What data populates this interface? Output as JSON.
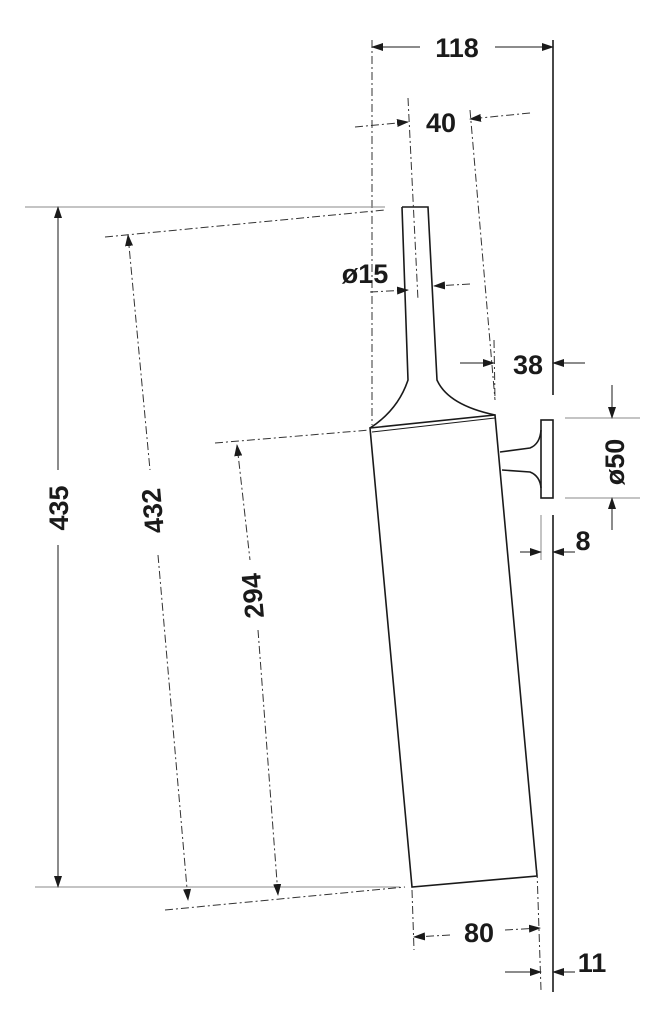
{
  "drawing": {
    "units": "mm",
    "dimensions": {
      "overall_depth": "118",
      "handle_offset": "40",
      "handle_diameter": "ø15",
      "head_to_wall": "38",
      "mount_diameter": "ø50",
      "plate_thickness": "8",
      "overall_height": "435",
      "brush_length": "432",
      "holder_height": "294",
      "holder_diameter": "80",
      "bottom_to_wall": "11"
    }
  }
}
